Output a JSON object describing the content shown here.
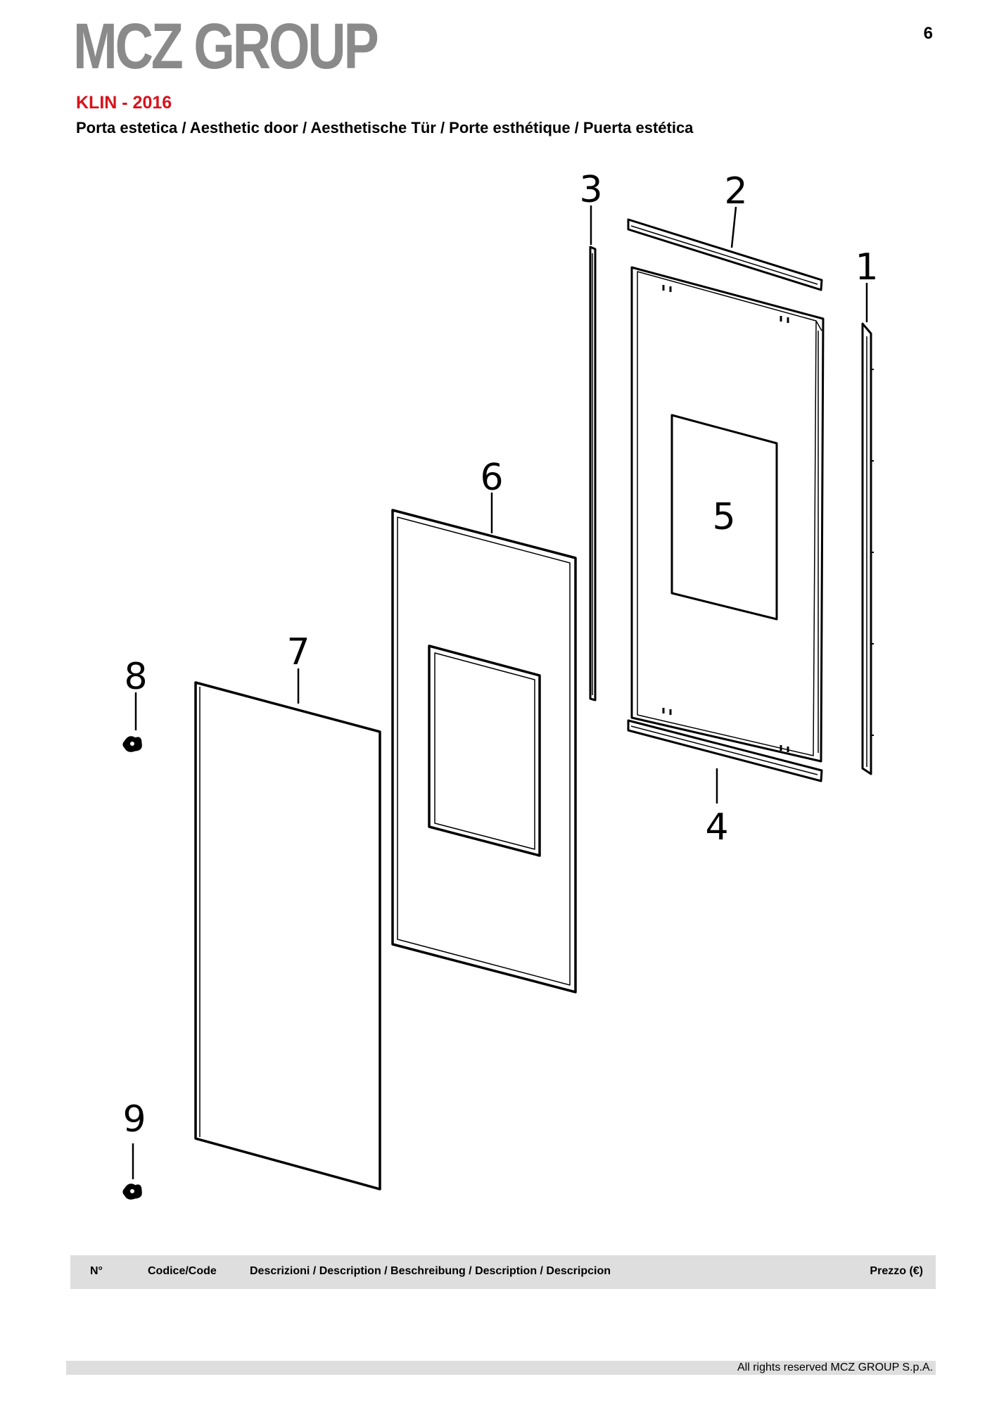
{
  "header": {
    "brand": "MCZ GROUP",
    "page_number": "6",
    "model": "KLIN - 2016",
    "subtitle": "Porta estetica / Aesthetic door / Aesthetische Tür / Porte esthétique / Puerta estética"
  },
  "diagram": {
    "callouts": {
      "c1": "1",
      "c2": "2",
      "c3": "3",
      "c4": "4",
      "c5": "5",
      "c6": "6",
      "c7": "7",
      "c8": "8",
      "c9": "9"
    }
  },
  "table": {
    "columns": {
      "number": "N°",
      "code": "Codice/Code",
      "description": "Descrizioni / Description / Beschreibung / Description / Descripcion",
      "price": "Prezzo (€)"
    }
  },
  "footer": {
    "copyright": "All rights reserved MCZ GROUP S.p.A."
  },
  "colors": {
    "brand_gray": "#8a8a8a",
    "model_red": "#d8121b",
    "header_bar": "#dedede"
  }
}
